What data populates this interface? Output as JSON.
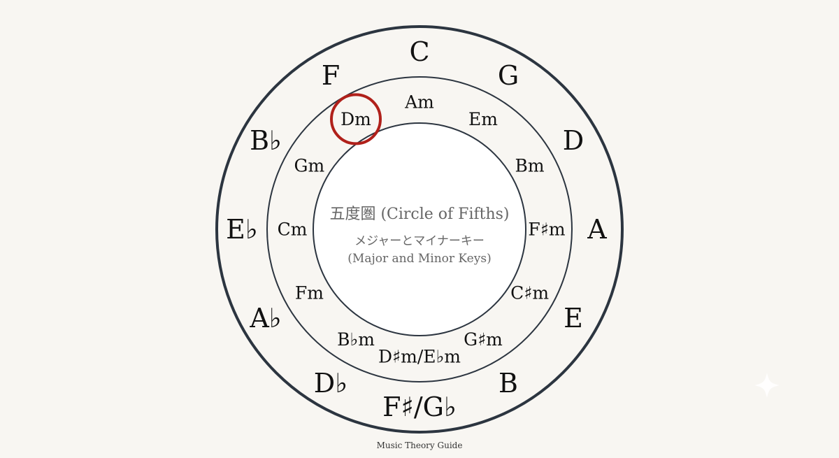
{
  "title": {
    "main": "五度圏 (Circle of Fifths)",
    "subtitle_jp": "メジャーとマイナーキー",
    "subtitle_en": "(Major and Minor Keys)"
  },
  "major_keys": [
    "C",
    "G",
    "D",
    "A",
    "E",
    "B",
    "F♯/G♭",
    "D♭",
    "A♭",
    "E♭",
    "B♭",
    "F"
  ],
  "minor_keys": [
    "Am",
    "Em",
    "Bm",
    "F♯m",
    "C♯m",
    "G♯m",
    "D♯m/E♭m",
    "B♭m",
    "Fm",
    "Cm",
    "Gm",
    "Dm"
  ],
  "highlighted_key": "Dm",
  "footer": "Music Theory Guide",
  "colors": {
    "background": "#f8f6f2",
    "outer_ring": "#2c3540",
    "inner_ring": "#2c3540",
    "center_fill": "#ffffff",
    "highlight": "#b0201a",
    "text": "#111111",
    "title_text": "#666666"
  },
  "decoration": {
    "corner_icon": "sparkle-icon"
  }
}
